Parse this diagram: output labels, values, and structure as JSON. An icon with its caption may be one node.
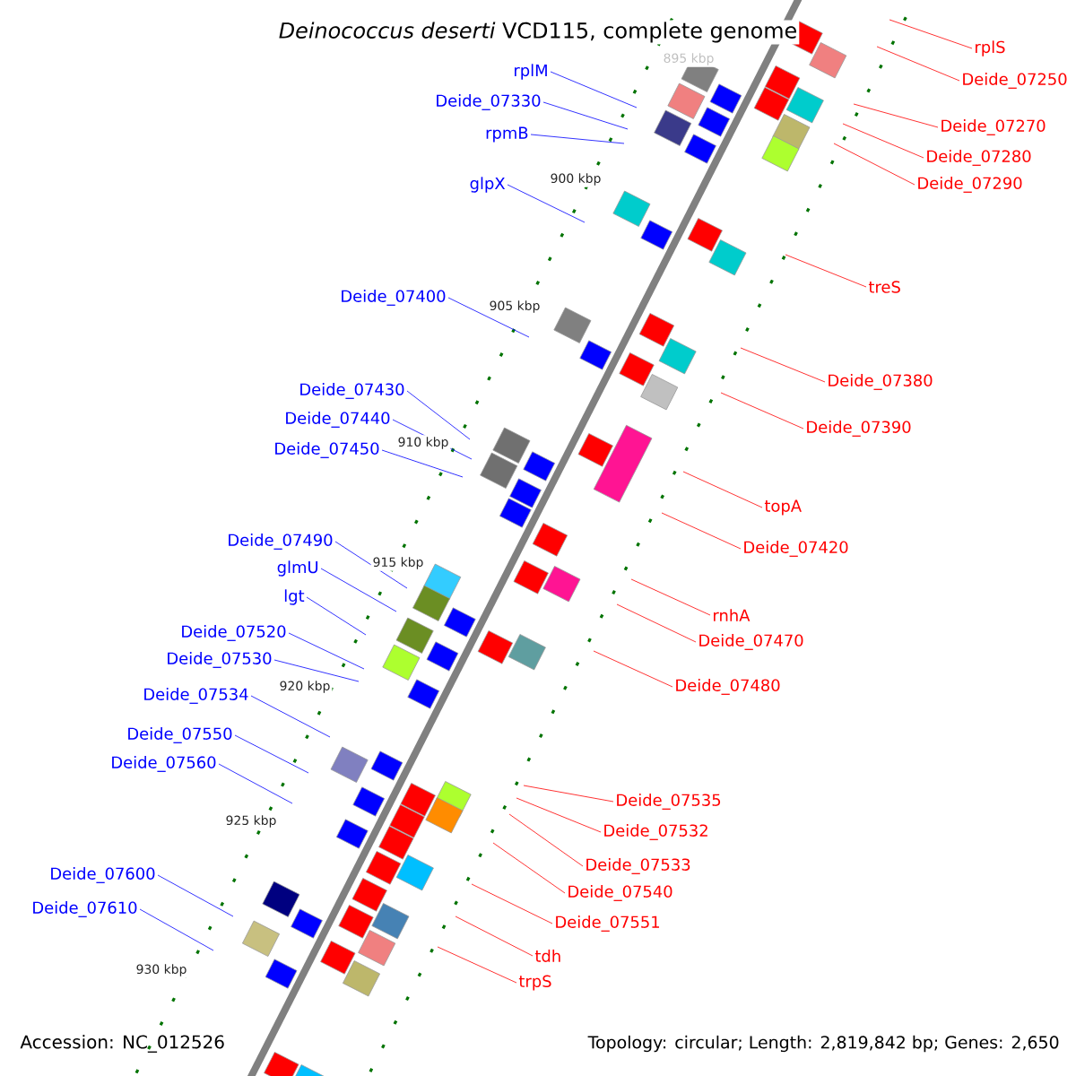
{
  "diagram": {
    "title": "*Deinococcus deserti* VCD115, complete genome",
    "nodes": [
      {
        "text": [
          "rplS"
        ]
      },
      {
        "text": [
          "rplM"
        ]
      },
      {
        "text": [
          "Deide_07250"
        ]
      },
      {
        "text": [
          "Deide_07330"
        ]
      },
      {
        "text": [
          "Deide_07270"
        ]
      },
      {
        "text": [
          "rpmB"
        ]
      },
      {
        "text": [
          "Deide_07280"
        ]
      },
      {
        "text": [
          "glpX"
        ]
      },
      {
        "text": [
          "Deide_07290"
        ]
      },
      {
        "text": [
          "treS"
        ]
      },
      {
        "text": [
          "Deide_07400"
        ]
      },
      {
        "text": [
          "Deide_07380"
        ]
      },
      {
        "text": [
          "Deide_07430"
        ]
      },
      {
        "text": [
          "Deide_07440"
        ]
      },
      {
        "text": [
          "Deide_07390"
        ]
      },
      {
        "text": [
          "Deide_07450"
        ]
      },
      {
        "text": [
          "topA"
        ]
      },
      {
        "text": [
          "Deide_07490"
        ]
      },
      {
        "text": [
          "Deide_07420"
        ]
      },
      {
        "text": [
          "glmU"
        ]
      },
      {
        "text": [
          "lgt"
        ]
      },
      {
        "text": [
          "rnhA"
        ]
      },
      {
        "text": [
          "Deide_07520"
        ]
      },
      {
        "text": [
          "Deide_07470"
        ]
      },
      {
        "text": [
          "Deide_07530"
        ]
      },
      {
        "text": [
          "Deide_07480"
        ]
      },
      {
        "text": [
          "Deide_07534"
        ]
      },
      {
        "text": [
          "Deide_07550"
        ]
      },
      {
        "text": [
          "Deide_07560"
        ]
      },
      {
        "text": [
          "Deide_07535"
        ]
      },
      {
        "text": [
          "Deide_07532"
        ]
      },
      {
        "text": [
          "Deide_07533"
        ]
      },
      {
        "text": [
          "Deide_07600"
        ]
      },
      {
        "text": [
          "Deide_07540"
        ]
      },
      {
        "text": [
          "Deide_07610"
        ]
      },
      {
        "text": [
          "Deide_07551"
        ]
      },
      {
        "text": [
          "tdh"
        ]
      },
      {
        "text": [
          "trpS"
        ]
      }
    ],
    "edges": [
      {
        "from": 0,
        "to": null,
        "arrow": "none"
      },
      {
        "from": 1,
        "to": null,
        "arrow": "none",
        "color": "#0000ff"
      },
      {
        "from": 2,
        "to": null,
        "arrow": "none"
      },
      {
        "from": 3,
        "to": null,
        "arrow": "none",
        "color": "#0000ff"
      },
      {
        "from": 4,
        "to": null,
        "arrow": "none"
      },
      {
        "from": 5,
        "to": null,
        "arrow": "none",
        "color": "#0000ff"
      },
      {
        "from": 6,
        "to": null,
        "arrow": "none"
      },
      {
        "from": 7,
        "to": null,
        "arrow": "none",
        "color": "#0000ff"
      },
      {
        "from": 8,
        "to": null,
        "arrow": "none"
      },
      {
        "from": 9,
        "to": null,
        "arrow": "none"
      },
      {
        "from": 10,
        "to": null,
        "arrow": "none",
        "color": "#0000ff"
      },
      {
        "from": 11,
        "to": null,
        "arrow": "none"
      },
      {
        "from": 12,
        "to": null,
        "arrow": "none",
        "color": "#0000ff"
      },
      {
        "from": 13,
        "to": null,
        "arrow": "none",
        "color": "#0000ff"
      },
      {
        "from": 14,
        "to": null,
        "arrow": "none"
      },
      {
        "from": 15,
        "to": null,
        "arrow": "none",
        "color": "#0000ff"
      },
      {
        "from": 16,
        "to": null,
        "arrow": "none"
      },
      {
        "from": 17,
        "to": null,
        "arrow": "none",
        "color": "#0000ff"
      },
      {
        "from": 18,
        "to": null,
        "arrow": "none"
      },
      {
        "from": 19,
        "to": null,
        "arrow": "none",
        "color": "#0000ff"
      },
      {
        "from": 20,
        "to": null,
        "arrow": "none",
        "color": "#0000ff"
      },
      {
        "from": 21,
        "to": null,
        "arrow": "none"
      },
      {
        "from": 22,
        "to": null,
        "arrow": "none",
        "color": "#0000ff"
      },
      {
        "from": 23,
        "to": null,
        "arrow": "none"
      },
      {
        "from": 24,
        "to": null,
        "arrow": "none",
        "color": "#0000ff"
      },
      {
        "from": 25,
        "to": null,
        "arrow": "none"
      },
      {
        "from": 26,
        "to": null,
        "arrow": "none",
        "color": "#0000ff"
      },
      {
        "from": 27,
        "to": null,
        "arrow": "none",
        "color": "#0000ff"
      },
      {
        "from": 28,
        "to": null,
        "arrow": "none",
        "color": "#0000ff"
      },
      {
        "from": 29,
        "to": null,
        "arrow": "none"
      },
      {
        "from": 30,
        "to": null,
        "arrow": "none"
      },
      {
        "from": 31,
        "to": null,
        "arrow": "none"
      },
      {
        "from": 32,
        "to": null,
        "arrow": "none",
        "color": "#0000ff"
      },
      {
        "from": 33,
        "to": null,
        "arrow": "none"
      },
      {
        "from": 34,
        "to": null,
        "arrow": "none",
        "color": "#0000ff"
      },
      {
        "from": 35,
        "to": null,
        "arrow": "none"
      },
      {
        "from": 36,
        "to": null,
        "arrow": "none"
      },
      {
        "from": 37,
        "to": null,
        "arrow": "none"
      }
    ],
    "labels": [
      "895 kbp",
      "900 kbp",
      "905 kbp",
      "910 kbp",
      "915 kbp",
      "920 kbp",
      "925 kbp",
      "930 kbp",
      "Accession: NC_012526",
      "Topology: circular; Length: 2,819,842 bp; Genes: 2,650"
    ]
  }
}
